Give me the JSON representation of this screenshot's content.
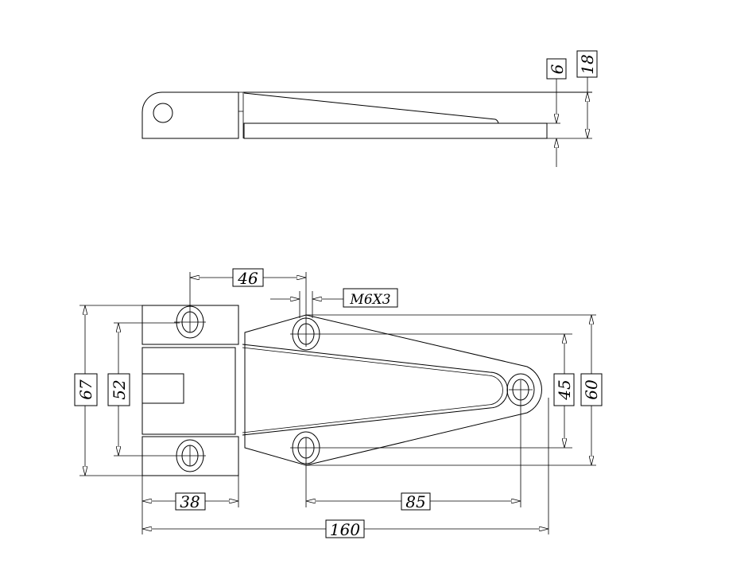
{
  "drawing": {
    "subject": "hinge",
    "side_view": {
      "dimensions": [
        {
          "id": "plate_thickness",
          "label": "6"
        },
        {
          "id": "total_thickness",
          "label": "18"
        }
      ]
    },
    "plan_view": {
      "dimensions": [
        {
          "id": "hole_offset",
          "label": "46"
        },
        {
          "id": "thread",
          "label": "M6X3"
        },
        {
          "id": "total_height",
          "label": "67"
        },
        {
          "id": "hole_spacing_left",
          "label": "52"
        },
        {
          "id": "hole_spacing_right",
          "label": "45"
        },
        {
          "id": "arm_height",
          "label": "60"
        },
        {
          "id": "block_width",
          "label": "38"
        },
        {
          "id": "arm_hole_spacing",
          "label": "85"
        },
        {
          "id": "total_length",
          "label": "160"
        }
      ]
    }
  }
}
